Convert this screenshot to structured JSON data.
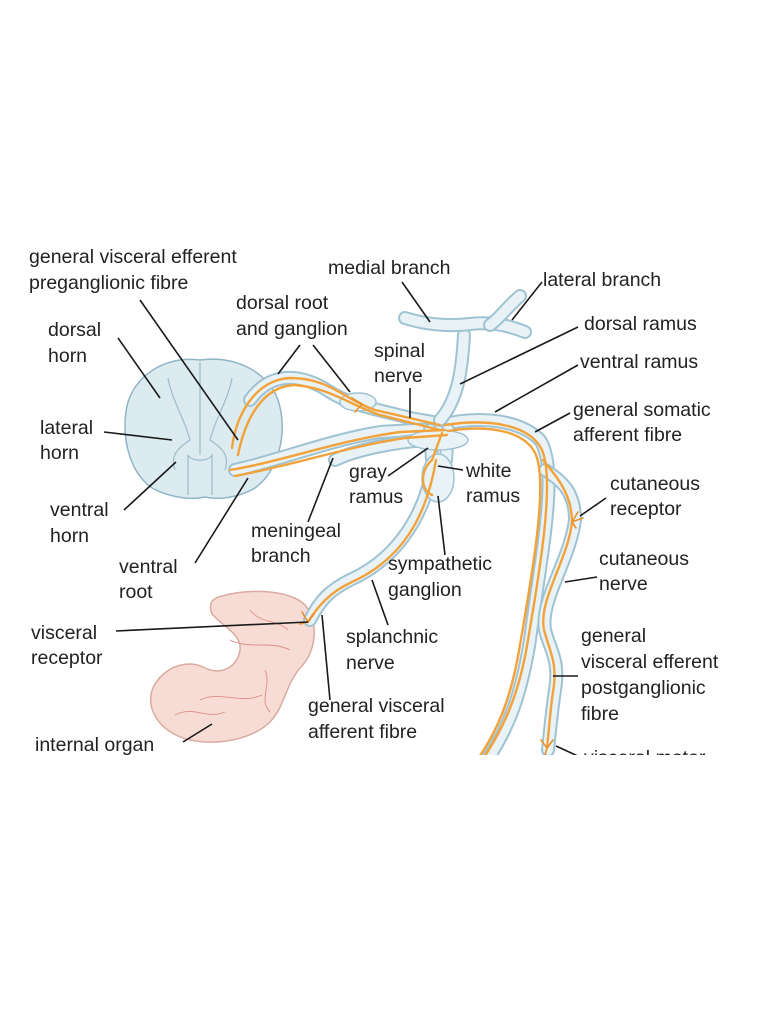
{
  "labels": {
    "gve_pre_1": "general visceral efferent",
    "gve_pre_2": "preganglionic fibre",
    "medial_branch": "medial branch",
    "lateral_branch": "lateral branch",
    "dorsal_root_1": "dorsal root",
    "dorsal_root_2": "and ganglion",
    "dorsal_horn_1": "dorsal",
    "dorsal_horn_2": "horn",
    "dorsal_ramus": "dorsal ramus",
    "spinal_nerve_1": "spinal",
    "spinal_nerve_2": "nerve",
    "ventral_ramus": "ventral ramus",
    "gsa_1": "general somatic",
    "gsa_2": "afferent fibre",
    "lateral_horn_1": "lateral",
    "lateral_horn_2": "horn",
    "gray_ramus_1": "gray",
    "gray_ramus_2": "ramus",
    "white_ramus_1": "white",
    "white_ramus_2": "ramus",
    "cut_receptor_1": "cutaneous",
    "cut_receptor_2": "receptor",
    "ventral_horn_1": "ventral",
    "ventral_horn_2": "horn",
    "meningeal_1": "meningeal",
    "meningeal_2": "branch",
    "cut_nerve_1": "cutaneous",
    "cut_nerve_2": "nerve",
    "ventral_root_1": "ventral",
    "ventral_root_2": "root",
    "symp_ganglion_1": "sympathetic",
    "symp_ganglion_2": "ganglion",
    "gve_post_1": "general",
    "gve_post_2": "visceral efferent",
    "gve_post_3": "postganglionic",
    "gve_post_4": "fibre",
    "visceral_receptor_1": "visceral",
    "visceral_receptor_2": "receptor",
    "splanchnic_1": "splanchnic",
    "splanchnic_2": "nerve",
    "gva_1": "general visceral",
    "gva_2": "afferent fibre",
    "internal_organ": "internal organ",
    "visceral_motor": "visceral motor"
  },
  "colors": {
    "fibre": "#f2a23a",
    "nerve_outline": "#9fc3d2",
    "spinal_cord": "#dcebf0",
    "organ": "#f7dcd6"
  }
}
